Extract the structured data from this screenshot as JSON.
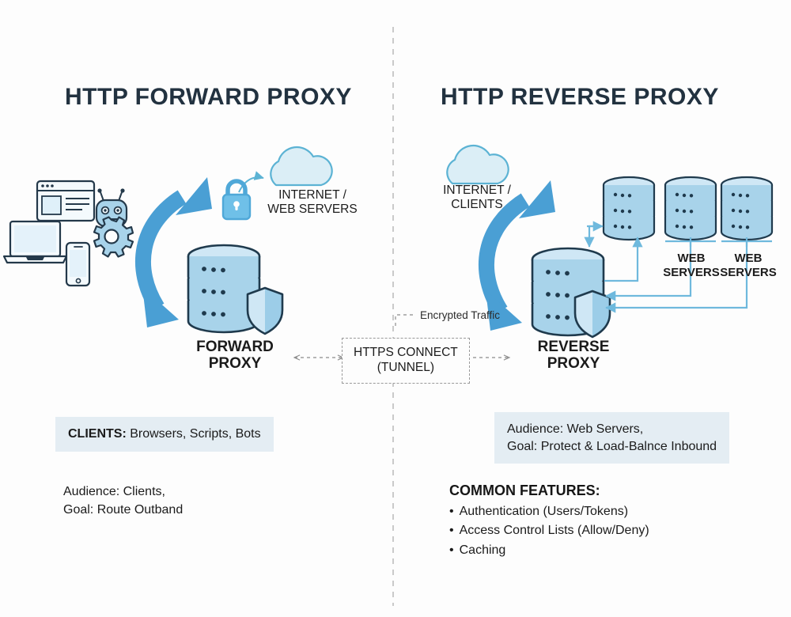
{
  "panels": {
    "left": {
      "title": "HTTP FORWARD PROXY",
      "cloud_label_line1": "INTERNET /",
      "cloud_label_line2": "WEB SERVERS",
      "node_label_line1": "FORWARD",
      "node_label_line2": "PROXY",
      "chip_strong": "CLIENTS:",
      "chip_rest": " Browsers, Scripts, Bots",
      "note_line1": "Audience: Clients,",
      "note_line2": "Goal: Route Outband",
      "icons": [
        "browser-window-icon",
        "laptop-icon",
        "smartphone-icon",
        "robot-icon",
        "gear-icon",
        "padlock-icon",
        "cloud-icon",
        "database-icon",
        "shield-icon"
      ]
    },
    "right": {
      "title": "HTTP REVERSE PROXY",
      "cloud_label_line1": "INTERNET /",
      "cloud_label_line2": "CLIENTS",
      "node_label_line1": "REVERSE",
      "node_label_line2": "PROXY",
      "server_label_1_line1": "WEB",
      "server_label_1_line2": "SERVERS",
      "server_label_2_line1": "WEB",
      "server_label_2_line2": "SERVERS",
      "chip_line1": "Audience: Web Servers,",
      "chip_line2": "Goal: Protect & Load-Balnce Inbound",
      "features_heading": "COMMON FEATURES:",
      "features": [
        "Authentication (Users/Tokens)",
        "Access Control Lists (Allow/Deny)",
        "Caching"
      ],
      "icons": [
        "cloud-icon",
        "database-icon",
        "shield-icon",
        "server-stack-icon"
      ]
    }
  },
  "center": {
    "tunnel_line1": "HTTPS CONNECT",
    "tunnel_line2": "(TUNNEL)",
    "encrypted_label": "Encrypted Traffic"
  },
  "colors": {
    "background": "#fdfdfd",
    "title_text": "#223240",
    "arrow_blue": "#4a9fd4",
    "db_fill": "#a8d3ea",
    "db_outline": "#1f3a4d",
    "cloud_fill": "#dbeef6",
    "cloud_outline": "#5cb3d4",
    "connector_blue": "#6fb9dd",
    "chip_bg": "#e4edf3",
    "divider": "#b4b4b4"
  }
}
